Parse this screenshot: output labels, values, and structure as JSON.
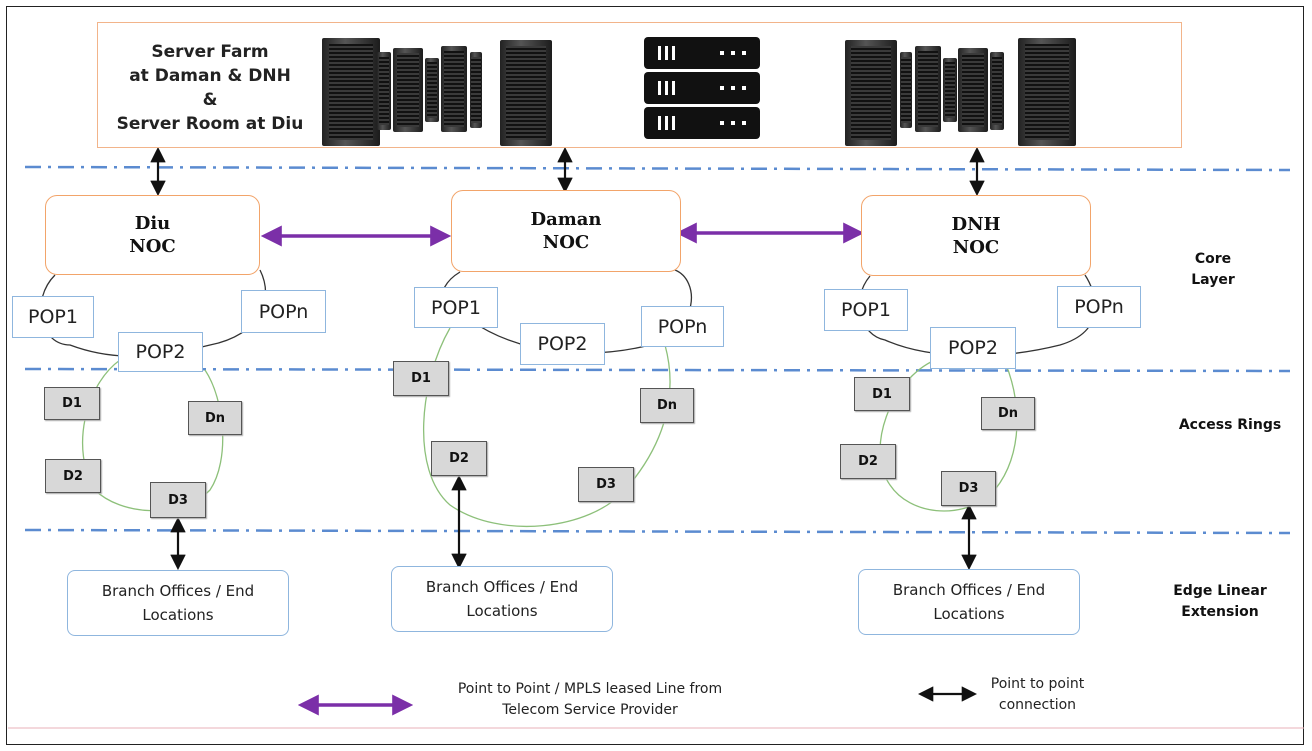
{
  "server_farm": {
    "label_lines": [
      "Server Farm",
      "at Daman & DNH",
      "&",
      "Server Room at Diu"
    ]
  },
  "nocs": [
    {
      "line1": "Diu",
      "line2": "NOC"
    },
    {
      "line1": "Daman",
      "line2": "NOC"
    },
    {
      "line1": "DNH",
      "line2": "NOC"
    }
  ],
  "pops": {
    "diu": [
      "POP1",
      "POP2",
      "POPn"
    ],
    "daman": [
      "POP1",
      "POP2",
      "POPn"
    ],
    "dnh": [
      "POP1",
      "POP2",
      "POPn"
    ]
  },
  "districts": {
    "diu": [
      "D1",
      "D2",
      "D3",
      "Dn"
    ],
    "daman": [
      "D1",
      "D2",
      "D3",
      "Dn"
    ],
    "dnh": [
      "D1",
      "D2",
      "D3",
      "Dn"
    ]
  },
  "branch_label": {
    "line1": "Branch Offices / End",
    "line2": "Locations"
  },
  "layers": {
    "core": [
      "Core",
      "Layer"
    ],
    "access": "Access Rings",
    "edge": [
      "Edge Linear",
      "Extension"
    ]
  },
  "legend": {
    "mpls": [
      "Point to Point / MPLS leased Line from",
      "Telecom Service Provider"
    ],
    "p2p": [
      "Point to point",
      "connection"
    ]
  },
  "colors": {
    "mpls_arrow": "#7b2fa8",
    "p2p_arrow": "#111111",
    "ring": "#8dc07a",
    "pop_ring": "#333333",
    "dash_line": "#5b8bd0",
    "noc_border": "#f2a46a"
  },
  "icons": [
    "server-rack-icon",
    "server-stack-icon"
  ]
}
